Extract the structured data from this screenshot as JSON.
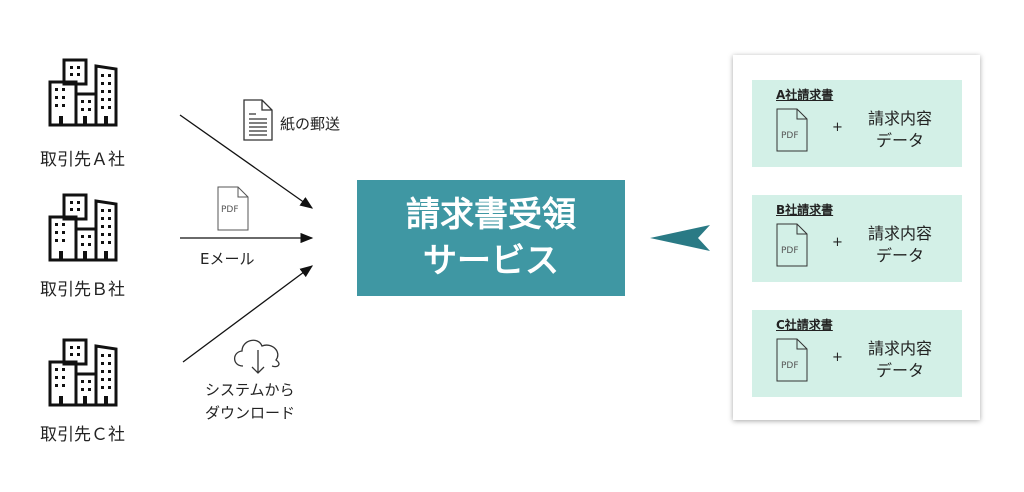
{
  "companies": [
    {
      "label": "取引先Ａ社"
    },
    {
      "label": "取引先Ｂ社"
    },
    {
      "label": "取引先Ｃ社"
    }
  ],
  "channels": {
    "paper": "紙の郵送",
    "email": "Eメール",
    "pdf_icon_text": "PDF",
    "download_line1": "システムから",
    "download_line2": "ダウンロード"
  },
  "service": {
    "line1": "請求書受領",
    "line2": "サービス"
  },
  "invoices": [
    {
      "title": "A社請求書",
      "pdf": "PDF",
      "plus": "+",
      "data_line1": "請求内容",
      "data_line2": "データ"
    },
    {
      "title": "B社請求書",
      "pdf": "PDF",
      "plus": "+",
      "data_line1": "請求内容",
      "data_line2": "データ"
    },
    {
      "title": "C社請求書",
      "pdf": "PDF",
      "plus": "+",
      "data_line1": "請求内容",
      "data_line2": "データ"
    }
  ],
  "colors": {
    "service": "#3f97a3",
    "arrow": "#2a7a85",
    "panel": "#d3f0e7"
  }
}
